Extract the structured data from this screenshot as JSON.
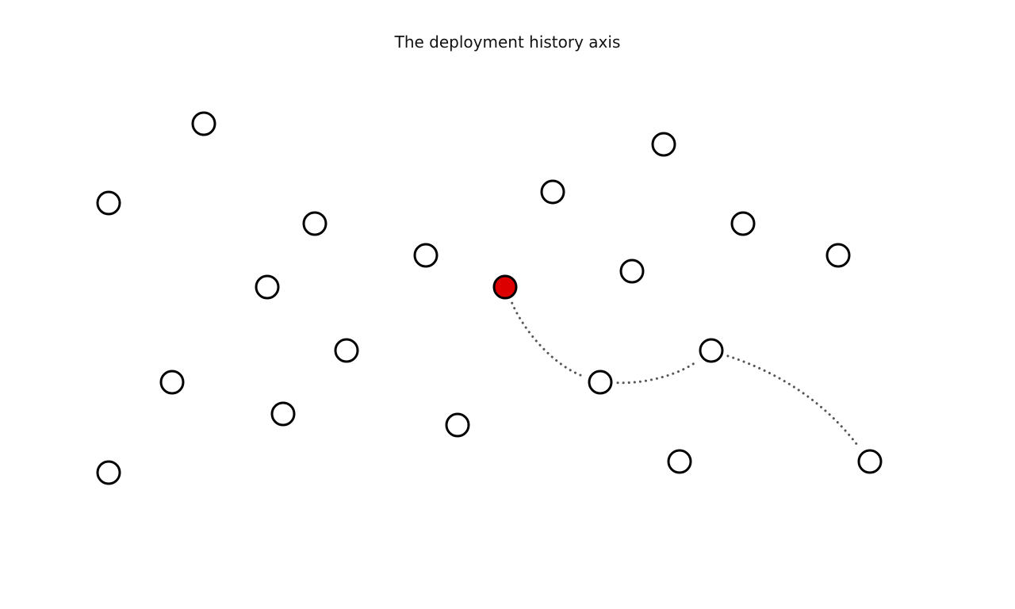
{
  "title": "The deployment history axis",
  "colors": {
    "highlight": "#dd0000",
    "node_fill": "#ffffff",
    "node_stroke": "#000000",
    "connector": "#555555"
  },
  "nodes": [
    {
      "id": "n01",
      "highlighted": false
    },
    {
      "id": "n02",
      "highlighted": false
    },
    {
      "id": "n03",
      "highlighted": false
    },
    {
      "id": "n04",
      "highlighted": false
    },
    {
      "id": "n05",
      "highlighted": false
    },
    {
      "id": "n06",
      "highlighted": false
    },
    {
      "id": "n07",
      "highlighted": true
    },
    {
      "id": "n08",
      "highlighted": false
    },
    {
      "id": "n09",
      "highlighted": false
    },
    {
      "id": "n10",
      "highlighted": false
    },
    {
      "id": "n11",
      "highlighted": false
    },
    {
      "id": "n12",
      "highlighted": false
    },
    {
      "id": "n13",
      "highlighted": false
    },
    {
      "id": "n14",
      "highlighted": false
    },
    {
      "id": "n15",
      "highlighted": false
    },
    {
      "id": "n16",
      "highlighted": false
    },
    {
      "id": "n17",
      "highlighted": false
    },
    {
      "id": "n18",
      "highlighted": false
    },
    {
      "id": "n19",
      "highlighted": false
    },
    {
      "id": "n20",
      "highlighted": false
    },
    {
      "id": "n21",
      "highlighted": false
    }
  ],
  "edges": [
    {
      "from": "n07",
      "to": "n16",
      "style": "dotted"
    },
    {
      "from": "n16",
      "to": "n17",
      "style": "dotted"
    },
    {
      "from": "n17",
      "to": "n21",
      "style": "dotted"
    }
  ]
}
